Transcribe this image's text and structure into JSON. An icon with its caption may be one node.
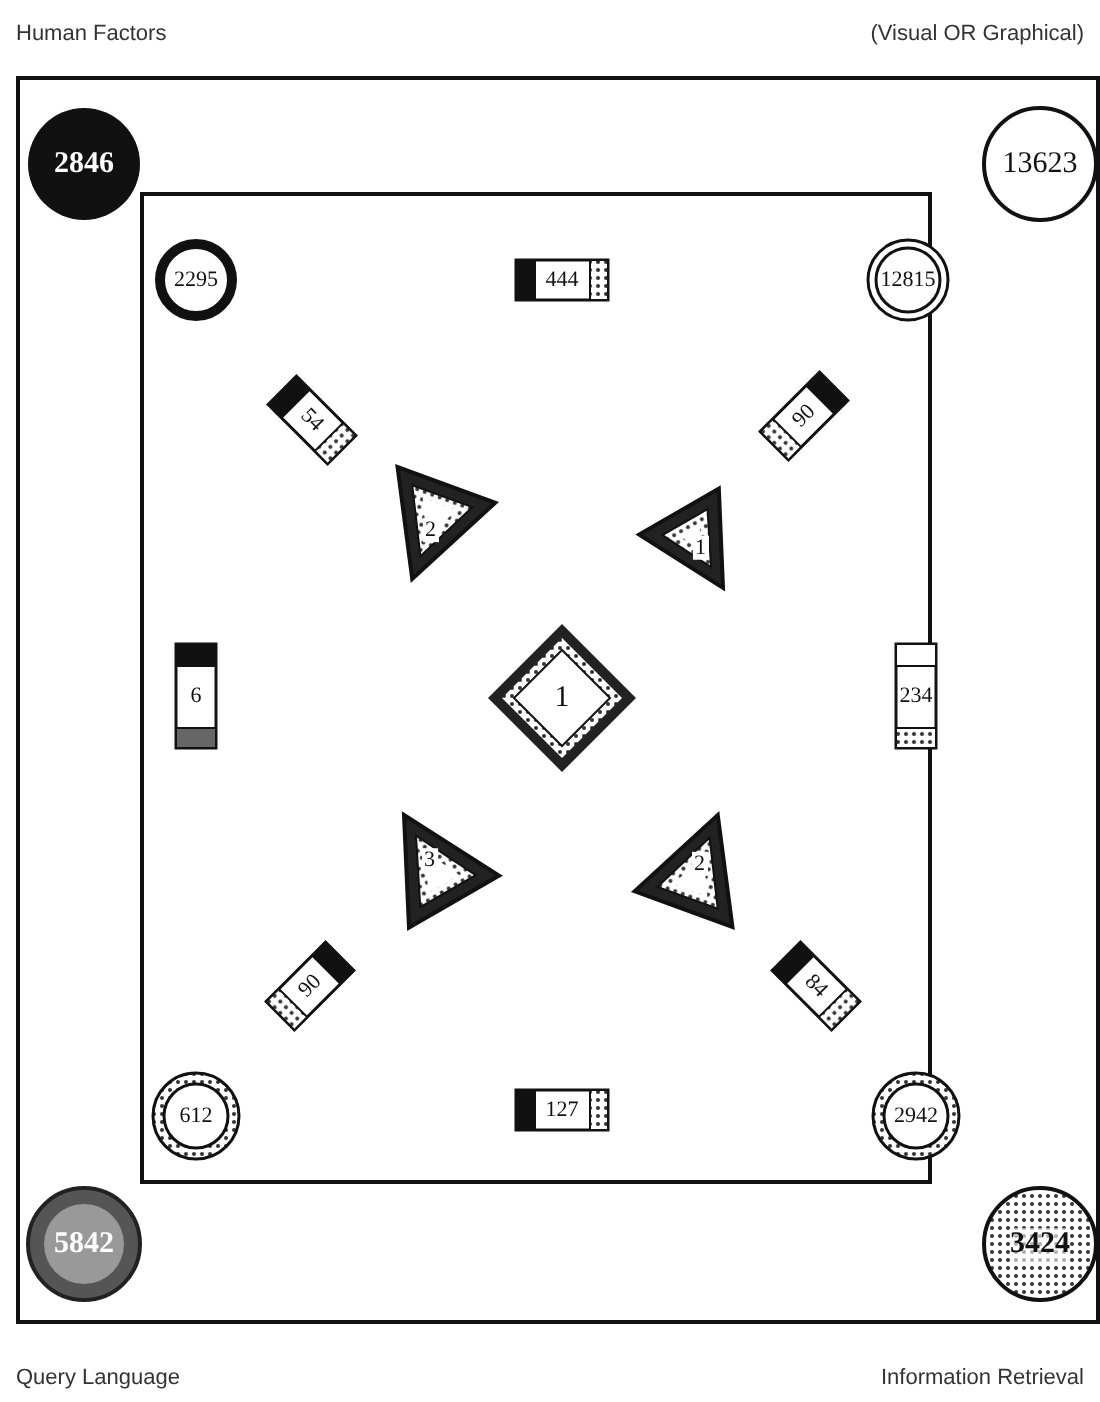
{
  "diagram": {
    "nodes": [
      {
        "text": [],
        "shape": "box"
      },
      {
        "text": [
          "2846"
        ],
        "in": 0
      },
      {
        "text": [
          "13623"
        ],
        "in": 0
      },
      {
        "text": [],
        "shape": "box",
        "in": 0
      },
      {
        "text": [
          "2295"
        ],
        "in": 3
      },
      {
        "text": [
          "444"
        ],
        "in": 3
      },
      {
        "text": [
          "12815"
        ],
        "in": 3
      },
      {
        "text": [
          "54"
        ],
        "in": 3
      },
      {
        "text": [
          "90"
        ],
        "in": 3
      },
      {
        "text": [
          "2"
        ],
        "in": 3
      },
      {
        "text": [
          "1"
        ],
        "in": 3
      },
      {
        "text": [
          "6"
        ],
        "in": 3
      },
      {
        "text": [
          "1"
        ],
        "in": 3
      },
      {
        "text": [
          "234"
        ],
        "in": 3
      },
      {
        "text": [
          "3"
        ],
        "in": 3
      },
      {
        "text": [
          "2"
        ],
        "in": 3
      },
      {
        "text": [
          "90"
        ],
        "in": 3
      },
      {
        "text": [
          "84"
        ],
        "in": 3
      },
      {
        "text": [
          "612"
        ],
        "in": 3
      },
      {
        "text": [
          "127"
        ],
        "in": 3
      },
      {
        "text": [
          "2942"
        ],
        "in": 3
      },
      {
        "text": [
          "5842"
        ],
        "in": 0
      },
      {
        "text": [
          "3424"
        ],
        "in": 0
      }
    ],
    "labels": [
      "Human Factors",
      "(Visual OR Graphical)",
      "Query Language",
      "Information Retrieval"
    ]
  }
}
